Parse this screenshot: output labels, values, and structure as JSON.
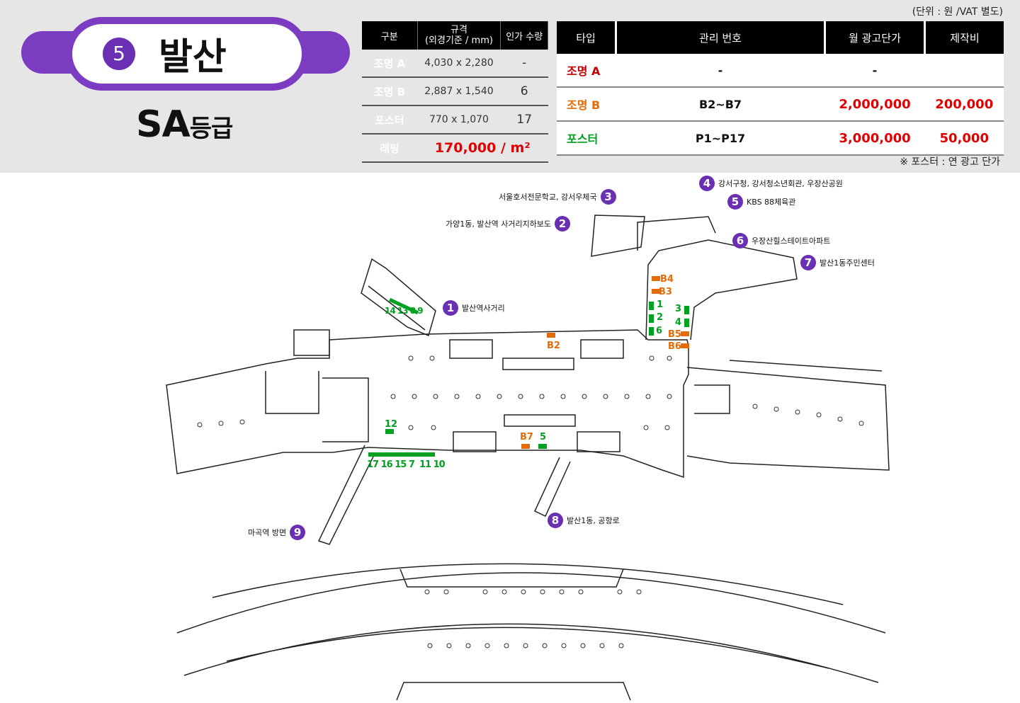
{
  "header": {
    "station_number": "5",
    "station_name": "발산",
    "grade_main": "SA",
    "grade_suffix": "등급",
    "unit_note": "(단위 : 원 /VAT 별도)",
    "poster_note": "※ 포스터 : 연 광고 단가"
  },
  "spec_table": {
    "headers": [
      "구분",
      "규격\n(외경기준 / mm)",
      "인가 수량"
    ],
    "rows": [
      {
        "label": "조명 A",
        "size": "4,030 x 2,280",
        "qty": "-",
        "color": "#c00000"
      },
      {
        "label": "조명 B",
        "size": "2,887 x 1,540",
        "qty": "6",
        "color": "#e36c09"
      },
      {
        "label": "포스터",
        "size": "770 x 1,070",
        "qty": "17",
        "color": "#00a020"
      },
      {
        "label": "래핑",
        "price": "170,000 / m²",
        "color": "#7f7f7f"
      }
    ]
  },
  "price_table": {
    "headers": [
      "타입",
      "관리 번호",
      "월 광고단가",
      "제작비"
    ],
    "rows": [
      {
        "type": "조명 A",
        "ids": "-",
        "monthly": "-",
        "production": ""
      },
      {
        "type": "조명 B",
        "ids": "B2~B7",
        "monthly": "2,000,000",
        "production": "200,000"
      },
      {
        "type": "포스터",
        "ids": "P1~P17",
        "monthly": "3,000,000",
        "production": "50,000"
      }
    ]
  },
  "exits": [
    {
      "num": "1",
      "label": "발산역사거리"
    },
    {
      "num": "2",
      "label": "가양1동, 발산역 사거리지하보도"
    },
    {
      "num": "3",
      "label": "서울호서전문학교, 강서우체국"
    },
    {
      "num": "4",
      "label": "강서구청, 강서청소년회관, 우장산공원"
    },
    {
      "num": "5",
      "label": "KBS 88체육관"
    },
    {
      "num": "6",
      "label": "우장산힐스테이트아파트"
    },
    {
      "num": "7",
      "label": "발산1동주민센터"
    },
    {
      "num": "8",
      "label": "발산1동, 공항로"
    },
    {
      "num": "9",
      "label": "마곡역 방면"
    }
  ],
  "markers": {
    "B4": "B4",
    "B3": "B3",
    "B2": "B2",
    "B5": "B5",
    "B6": "B6",
    "B7": "B7",
    "p1": "1",
    "p2": "2",
    "p3": "3",
    "p4": "4",
    "p5": "5",
    "p6": "6",
    "p12": "12",
    "top_group": "14 13 8 9",
    "bottom_group": "17 16 15 7  11 10"
  },
  "colors": {
    "purple": "#6a2fb2",
    "orange": "#e36c09",
    "green": "#00a020",
    "red": "#e00000"
  }
}
